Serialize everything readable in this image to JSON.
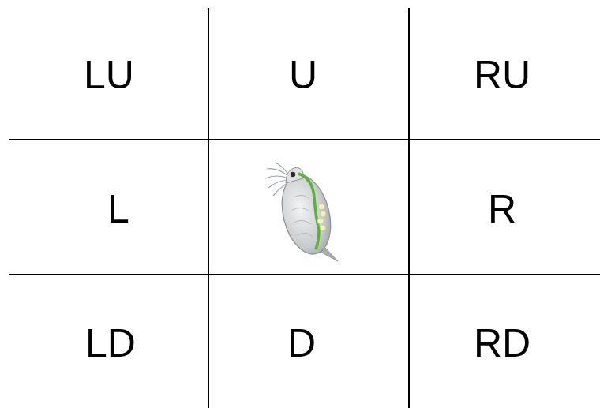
{
  "diagram": {
    "labels": [
      "LU",
      "U",
      "RU",
      "L",
      "R",
      "LD",
      "D",
      "RD"
    ]
  }
}
